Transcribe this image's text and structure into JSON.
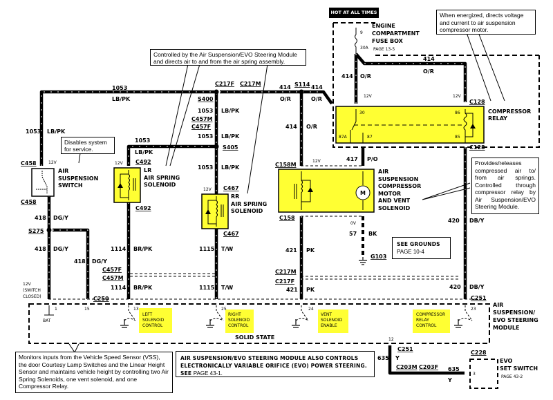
{
  "diagram": {
    "title": "Air Suspension / EVO Steering wiring diagram",
    "colors": {
      "wire": "#000000",
      "component_fill": "#ffff33",
      "background": "#ffffff"
    },
    "hot_label": "HOT AT ALL TIMES",
    "fuse_box": {
      "lines": [
        "ENGINE",
        "COMPARTMENT",
        "FUSE BOX"
      ],
      "page": "PAGE 13-5",
      "fuse_number": "9",
      "fuse_rating": "30A"
    },
    "callouts": {
      "asm_control": "Controlled by the Air Suspension/EVO Steering Module and directs air to and from the air spring assembly.",
      "relay": "When energized, directs voltage and current to air suspension compressor motor.",
      "disable": "Disables system for service.",
      "compressor": "Provides/releases compressed air to/ from air springs. Controlled through compressor relay by Air Suspension/EVO Steering Module.",
      "module": "Monitors inputs from the Vehicle Speed Sensor (VSS), the door Courtesy Lamp Switches and the Linear Height Sensor and maintains vehicle height by controlling two Air Spring Solenoids, one vent solenoid, and one Compressor Relay.",
      "evo_note_bold": "AIR SUSPENSION/EVO STEERING MODULE ALSO CONTROLS ELECTRONICALLY VARIABLE ORIFICE (EVO) POWER STEERING.",
      "evo_note_see": "SEE",
      "evo_note_page": "PAGE 43-1.",
      "grounds_bold": "SEE GROUNDS",
      "grounds_page": "PAGE 10-4"
    },
    "components": {
      "switch": [
        "AIR",
        "SUSPENSION",
        "SWITCH"
      ],
      "lr_solenoid": [
        "LR",
        "AIR SPRING",
        "SOLENOID"
      ],
      "rr_solenoid": [
        "RR",
        "AIR SPRING",
        "SOLENOID"
      ],
      "compressor": [
        "AIR",
        "SUSPENSION",
        "COMPRESSOR",
        "MOTOR",
        "AND VENT",
        "SOLENOID"
      ],
      "relay": [
        "COMPRESSOR",
        "RELAY"
      ],
      "module": [
        "AIR",
        "SUSPENSION/",
        "EVO STEERING",
        "MODULE"
      ],
      "module_state": "SOLID STATE",
      "evo_switch": [
        "EVO",
        "SET SWITCH"
      ],
      "evo_switch_page": "PAGE 43-2",
      "motor_symbol": "M"
    },
    "module_controls": {
      "left": [
        "LEFT",
        "SOLENOID",
        "CONTROL"
      ],
      "right": [
        "RIGHT",
        "SOLENOID",
        "CONTROL"
      ],
      "vent": [
        "VENT",
        "SOLENOID",
        "ENABLE"
      ],
      "compressor": [
        "COMPRESSOR",
        "RELAY",
        "CONTROL"
      ]
    },
    "pins": {
      "p1": "1",
      "p15": "15",
      "p13": "13",
      "p25": "25",
      "p24": "24",
      "p23": "23",
      "p12": "12",
      "p3": "3",
      "r30": "30",
      "r87a": "87A",
      "r87": "87",
      "r86": "86",
      "r85": "85"
    },
    "misc": {
      "bat": "BAT",
      "v12": "12V",
      "v0": "0V",
      "switch_closed": [
        "12V",
        "(SWITCH",
        "CLOSED)"
      ]
    },
    "connectors": {
      "c458": "C458",
      "c492": "C492",
      "c467": "C467",
      "c457f": "C457F",
      "c457m": "C457M",
      "c217f": "C217F",
      "c217m": "C217M",
      "c128": "C128",
      "c158m": "C158M",
      "c158": "C158",
      "c250": "C250",
      "c251": "C251",
      "c203m": "C203M",
      "c203f": "C203F",
      "c228": "C228",
      "s400": "S400",
      "s405": "S405",
      "s114": "S114",
      "s275": "S275",
      "g103": "G103"
    },
    "wires": {
      "w1053": "1053",
      "lbpk": "LB/PK",
      "w414": "414",
      "or": "O/R",
      "w417": "417",
      "po": "P/O",
      "w418": "418",
      "dgy": "DG/Y",
      "w1114": "1114",
      "brpk": "BR/PK",
      "w1115": "1115",
      "tw": "T/W",
      "w421": "421",
      "pk": "PK",
      "w57": "57",
      "bk": "BK",
      "w420": "420",
      "dby": "DB/Y",
      "w635": "635",
      "y": "Y"
    }
  }
}
